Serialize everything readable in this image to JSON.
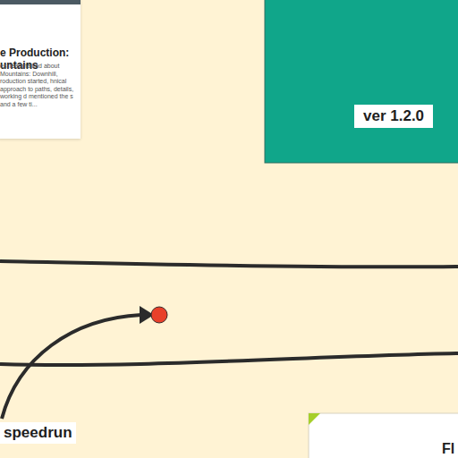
{
  "diagram": {
    "nodes": [
      {
        "text": [
          "e Production: untains",
          "es Team talked about Mountains: Downhill, roduction started, hnical approach to paths, details, working d mentioned the s and a few ti..."
        ]
      },
      {
        "text": [
          "ver 1.2.0"
        ]
      },
      {
        "text": [
          "speedrun"
        ]
      },
      {
        "text": [
          "Fl"
        ]
      }
    ]
  }
}
